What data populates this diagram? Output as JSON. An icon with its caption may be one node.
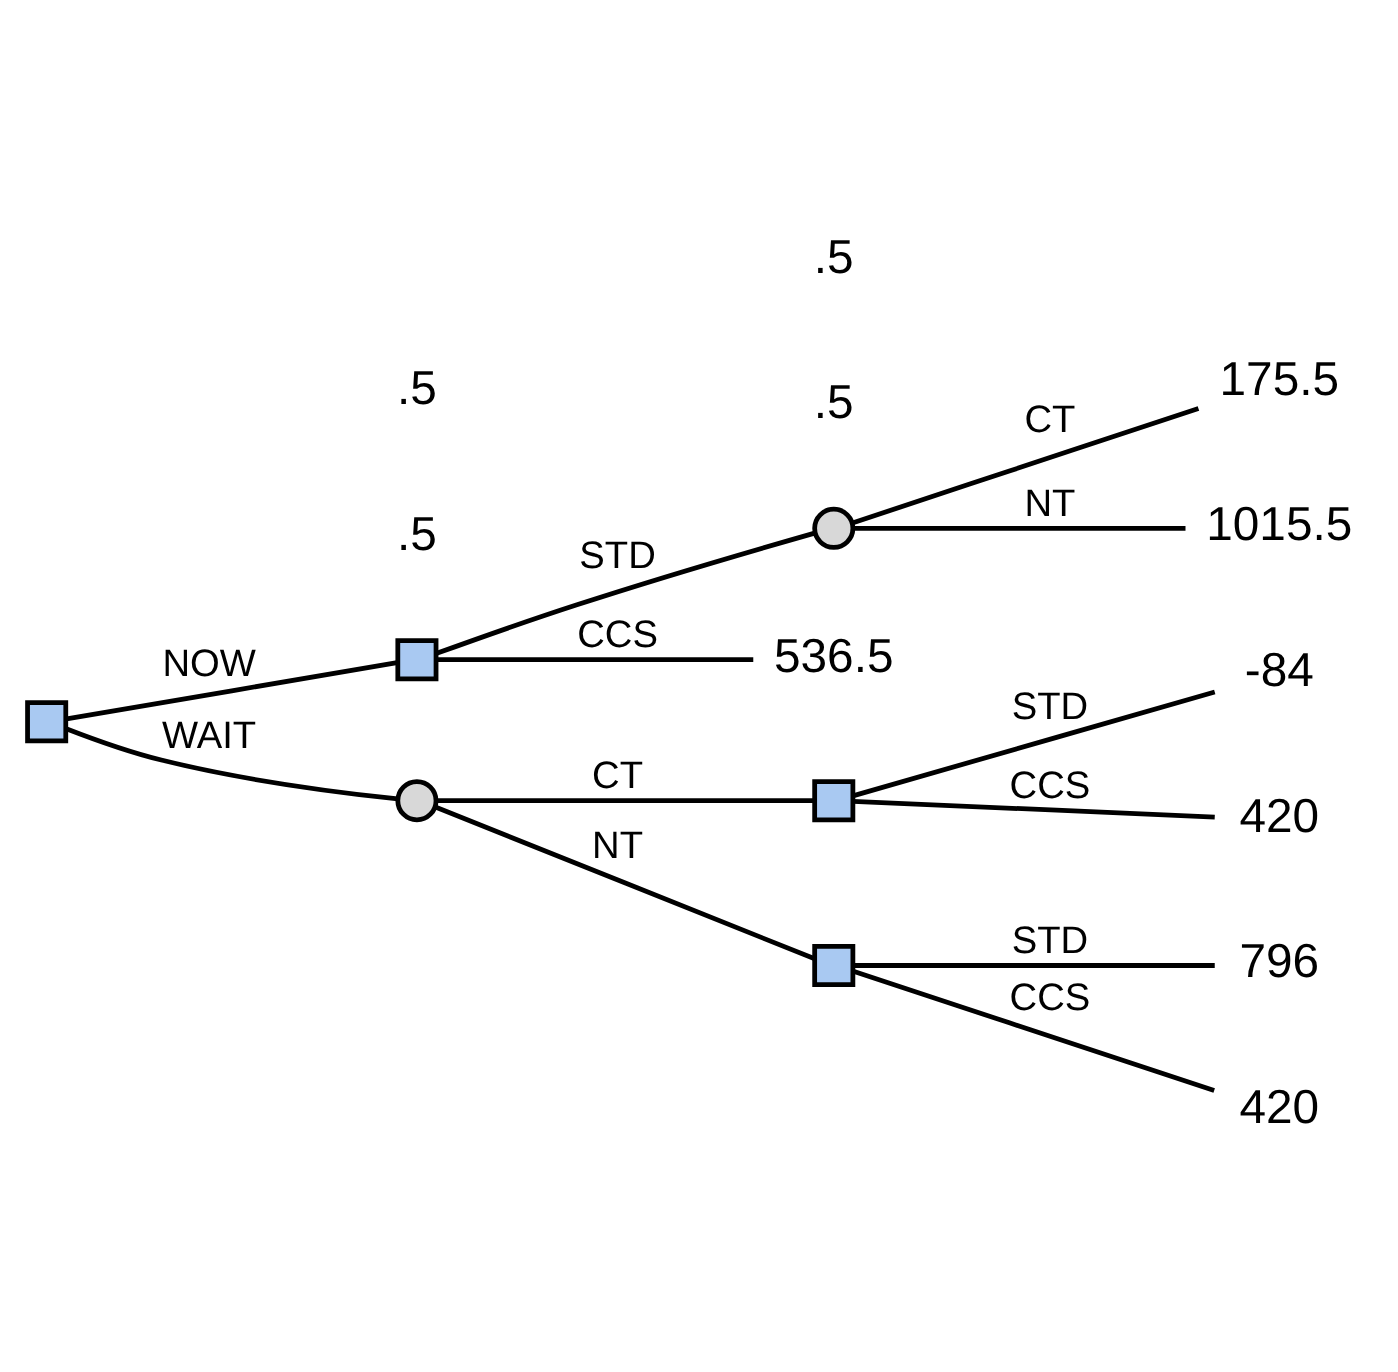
{
  "diagram": {
    "nodes": [
      {
        "text": [],
        "shape": "box"
      },
      {
        "text": [],
        "shape": "box"
      },
      {
        "text": [],
        "shape": "circle"
      },
      {
        "text": [
          "175.5"
        ]
      },
      {
        "text": [
          "1015.5"
        ]
      },
      {
        "text": [
          "536.5"
        ]
      },
      {
        "text": [],
        "shape": "circle"
      },
      {
        "text": [],
        "shape": "box"
      },
      {
        "text": [
          "-84"
        ]
      },
      {
        "text": [
          "420"
        ]
      },
      {
        "text": [],
        "shape": "box"
      },
      {
        "text": [
          "796"
        ]
      },
      {
        "text": [
          "420"
        ]
      }
    ],
    "edges": [
      {
        "from": 0,
        "to": 1,
        "arrow": "none",
        "label": "NOW"
      },
      {
        "from": 1,
        "to": 2,
        "arrow": "none",
        "label": "STD"
      },
      {
        "from": 2,
        "to": 3,
        "arrow": "none",
        "label": "CT"
      },
      {
        "from": 2,
        "to": 4,
        "arrow": "none",
        "label": "NT"
      },
      {
        "from": 1,
        "to": 5,
        "arrow": "none",
        "label": "CCS"
      },
      {
        "from": 0,
        "to": 6,
        "arrow": "none",
        "label": "WAIT"
      },
      {
        "from": 6,
        "to": 7,
        "arrow": "none",
        "label": "CT"
      },
      {
        "from": 7,
        "to": 8,
        "arrow": "none",
        "label": "STD"
      },
      {
        "from": 7,
        "to": 9,
        "arrow": "none",
        "label": "CCS"
      },
      {
        "from": 6,
        "to": 10,
        "arrow": "none",
        "label": "NT"
      },
      {
        "from": 10,
        "to": 11,
        "arrow": "none",
        "label": "STD"
      },
      {
        "from": 10,
        "to": 12,
        "arrow": "none",
        "label": "CCS"
      }
    ],
    "labels": [
      ".5",
      ".5",
      ".5",
      ".5"
    ]
  }
}
